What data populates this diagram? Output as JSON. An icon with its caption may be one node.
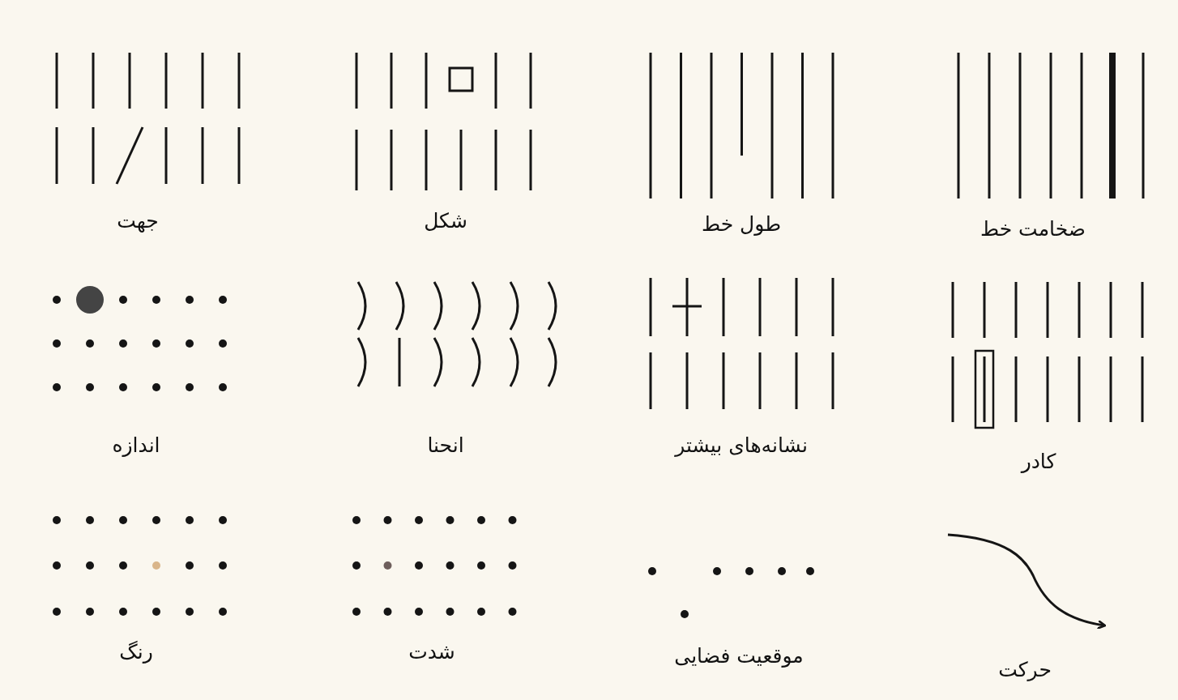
{
  "diagram": {
    "labels": [
      "ضخامت خط",
      "طول خط",
      "شکل",
      "جهت",
      "کادر",
      "نشانه‌های بیشتر",
      "انحنا",
      "اندازه",
      "حرکت",
      "موقعیت فضایی",
      "شدت",
      "رنگ"
    ]
  }
}
